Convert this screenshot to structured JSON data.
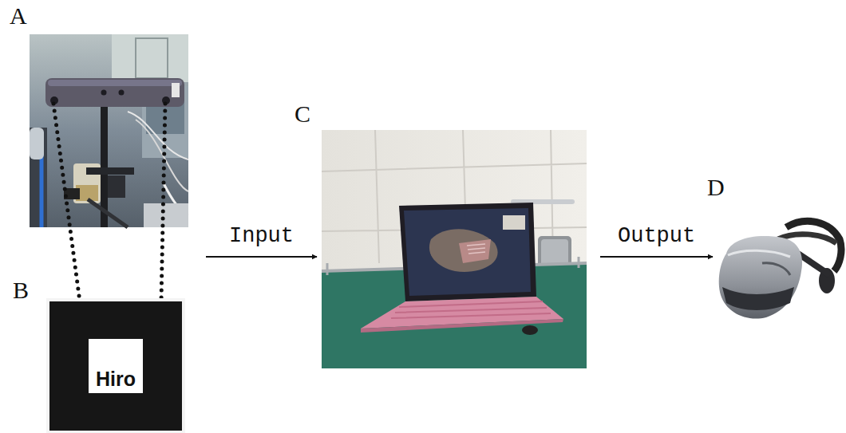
{
  "diagram": {
    "nodes": [
      {
        "text": [
          "A"
        ]
      },
      {
        "text": [
          "B",
          "Hiro"
        ]
      },
      {
        "text": [
          "C"
        ]
      },
      {
        "text": [
          "D"
        ]
      }
    ],
    "edges": [
      {
        "from": 0,
        "to": 1,
        "arrow": "none"
      },
      {
        "from": 0,
        "to": 2,
        "label": "Input",
        "arrow": "to"
      },
      {
        "from": 2,
        "to": 3,
        "label": "Output",
        "arrow": "to"
      }
    ]
  }
}
